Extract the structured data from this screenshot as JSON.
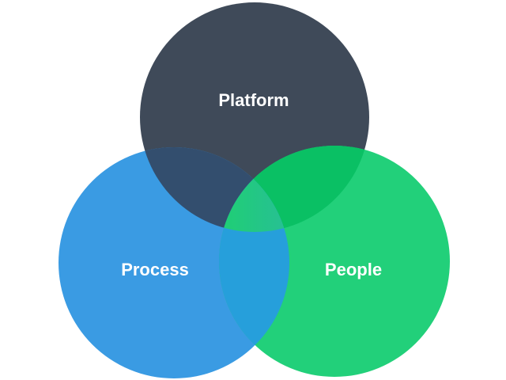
{
  "diagram": {
    "sets": [
      {
        "key": "platform",
        "label": "Platform",
        "color": "#3f4a59"
      },
      {
        "key": "process",
        "label": "Process",
        "color": "#3a9be3"
      },
      {
        "key": "people",
        "label": "People",
        "color": "#22d07a"
      }
    ],
    "overlap_colors": {
      "platform_process": "#334e6e",
      "platform_people": "#0ac064",
      "process_people": "#269fdb",
      "center_gradient": [
        "#1fcf73",
        "#3a9be3"
      ]
    }
  }
}
